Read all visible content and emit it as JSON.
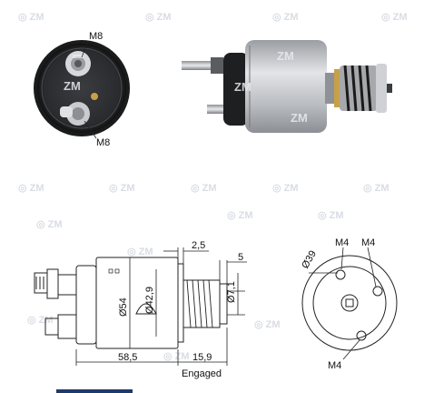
{
  "brand_watermark": "ZM",
  "labels": {
    "front_top_thread": "M8",
    "front_bottom_thread": "M8",
    "dim_body_diameter": "Ø54",
    "dim_inner_diameter": "Ø42,9",
    "dim_plunger_diameter": "Ø7,1",
    "dim_top_offset": "2,5",
    "dim_top_right": "5",
    "dim_body_length": "58,5",
    "dim_plunger_length": "15,9",
    "engaged_label": "Engaged",
    "dim_bolt_circle": "Ø39",
    "end_thread_top_left": "M4",
    "end_thread_top_right": "M4",
    "end_thread_bottom": "M4"
  },
  "colors": {
    "metal_light": "#c9cbce",
    "metal_dark": "#3a3c40",
    "copper": "#c7a04a",
    "line": "#222222",
    "footer_bar": "#1e3a6b"
  }
}
